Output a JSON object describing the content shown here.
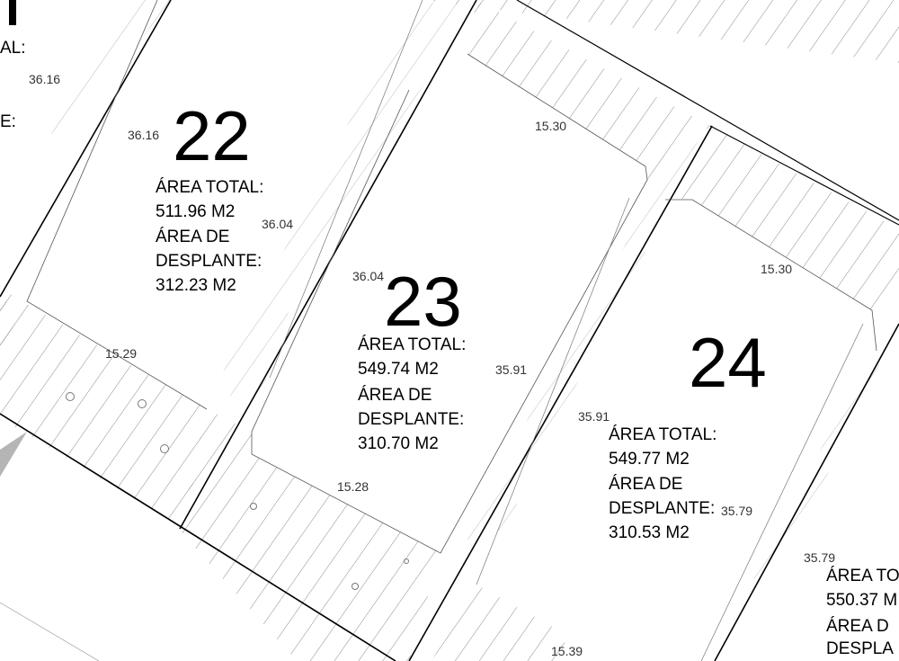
{
  "labels": {
    "area_total": "ÁREA TOTAL:",
    "area_de": "ÁREA DE",
    "desplante": "DESPLANTE:",
    "area_t_partial": "ÁREA TO",
    "area_d_partial": "ÁREA D",
    "desplante_partial": "DESPLA",
    "edge_al": "AL:",
    "edge_e": "E:"
  },
  "lots": [
    {
      "number": "22",
      "area_total": "511.96 M2",
      "area_desplante": "312.23 M2"
    },
    {
      "number": "23",
      "area_total": "549.74 M2",
      "area_desplante": "310.70 M2"
    },
    {
      "number": "24",
      "area_total": "549.77 M2",
      "area_desplante": "310.53 M2"
    },
    {
      "number": "",
      "area_total": "550.37 M",
      "area_desplante": ""
    }
  ],
  "dimensions": {
    "d_36_16_a": "36.16",
    "d_36_16_b": "36.16",
    "d_36_04_a": "36.04",
    "d_36_04_b": "36.04",
    "d_15_29": "15.29",
    "d_15_30_a": "15.30",
    "d_15_30_b": "15.30",
    "d_35_91_a": "35.91",
    "d_35_91_b": "35.91",
    "d_15_28": "15.28",
    "d_35_79_a": "35.79",
    "d_35_79_b": "35.79",
    "d_15_39": "15.39"
  },
  "colors": {
    "line": "#000000",
    "hatch": "#8a8a8a",
    "text": "#000000"
  }
}
